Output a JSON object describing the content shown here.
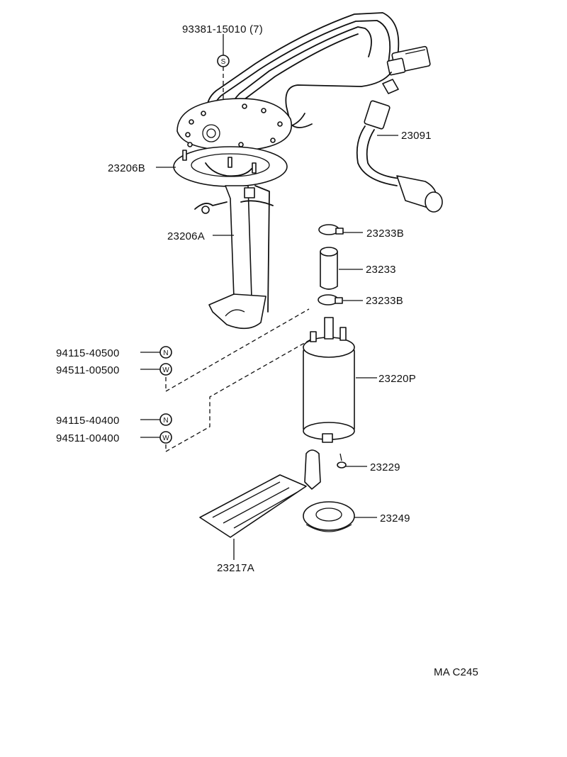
{
  "colors": {
    "ink": "#111111",
    "paper": "#ffffff"
  },
  "labels": {
    "p93381": "93381-15010 (7)",
    "p23091": "23091",
    "p23206B": "23206B",
    "p23206A": "23206A",
    "p23233B_top": "23233B",
    "p23233": "23233",
    "p23233B_bottom": "23233B",
    "p94115_40500": "94115-40500",
    "p94511_00500": "94511-00500",
    "p23220P": "23220P",
    "p94115_40400": "94115-40400",
    "p94511_00400": "94511-00400",
    "p23229": "23229",
    "p23249": "23249",
    "p23217A": "23217A",
    "ref_code": "MA C245"
  },
  "symbols": {
    "s": "S",
    "n1": "N",
    "w1": "W",
    "n2": "N",
    "w2": "W"
  }
}
